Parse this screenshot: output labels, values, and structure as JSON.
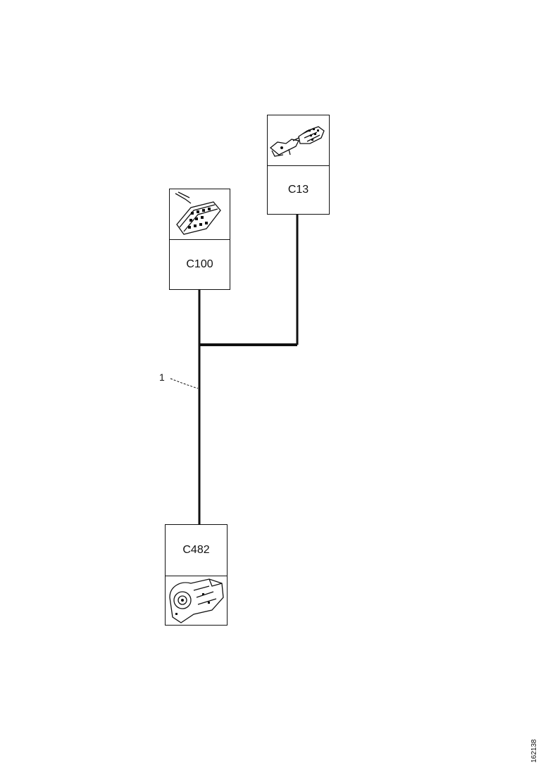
{
  "connectors": {
    "c13": {
      "label": "C13",
      "picture": "connector-plug-icon"
    },
    "c100": {
      "label": "C100",
      "picture": "connector-block-icon"
    },
    "c482": {
      "label": "C482",
      "picture": "transmission-component-icon"
    }
  },
  "wire_callout": {
    "label": "1"
  },
  "reference_code": "162138"
}
